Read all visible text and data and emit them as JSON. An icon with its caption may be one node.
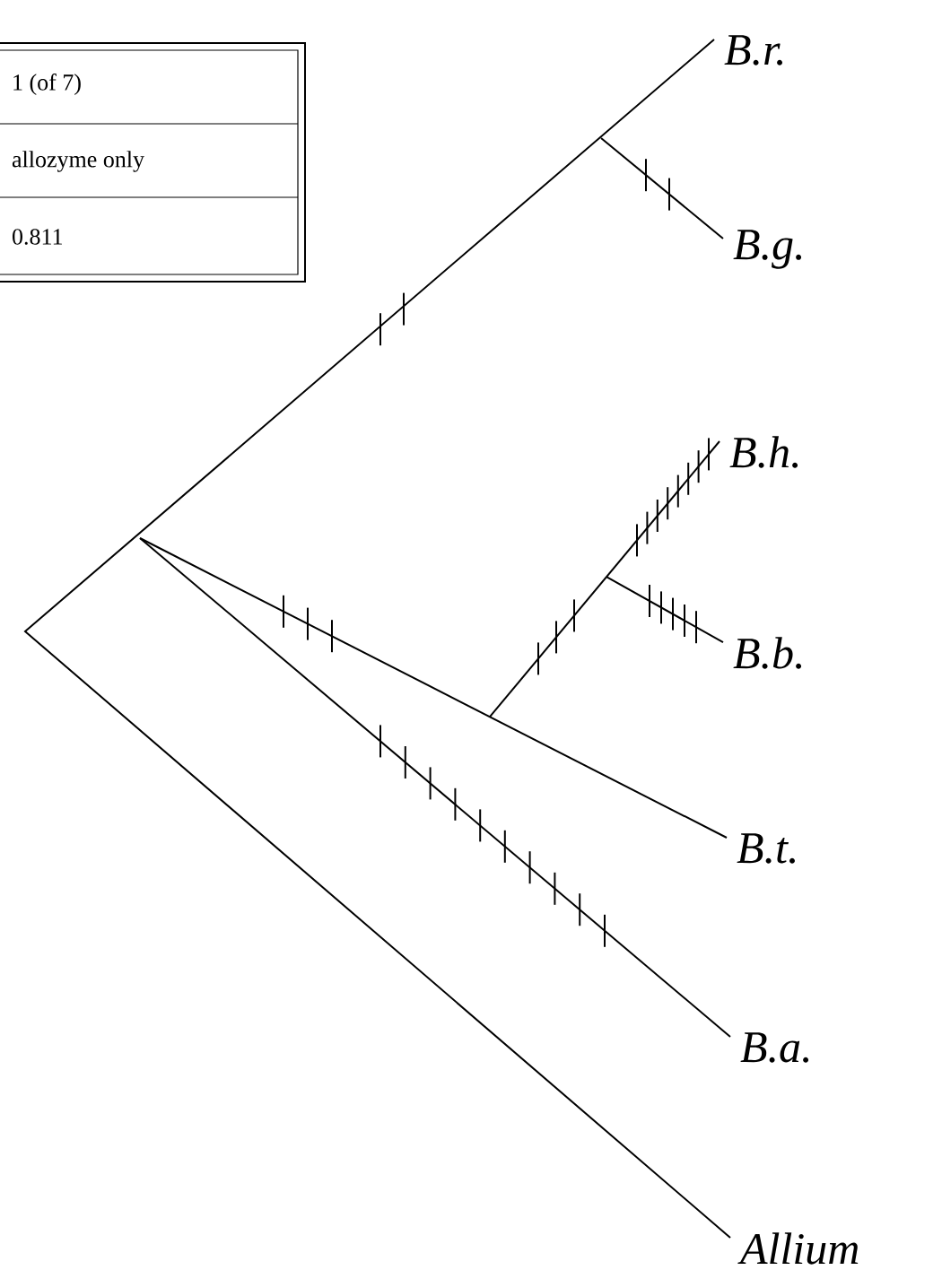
{
  "diagram": {
    "labels": [
      "1 (of 7)",
      "B.r.",
      "allozyme only",
      "B.g.",
      "0.811",
      "B.h.",
      "B.b.",
      "B.t.",
      "B.a.",
      "Allium"
    ]
  }
}
